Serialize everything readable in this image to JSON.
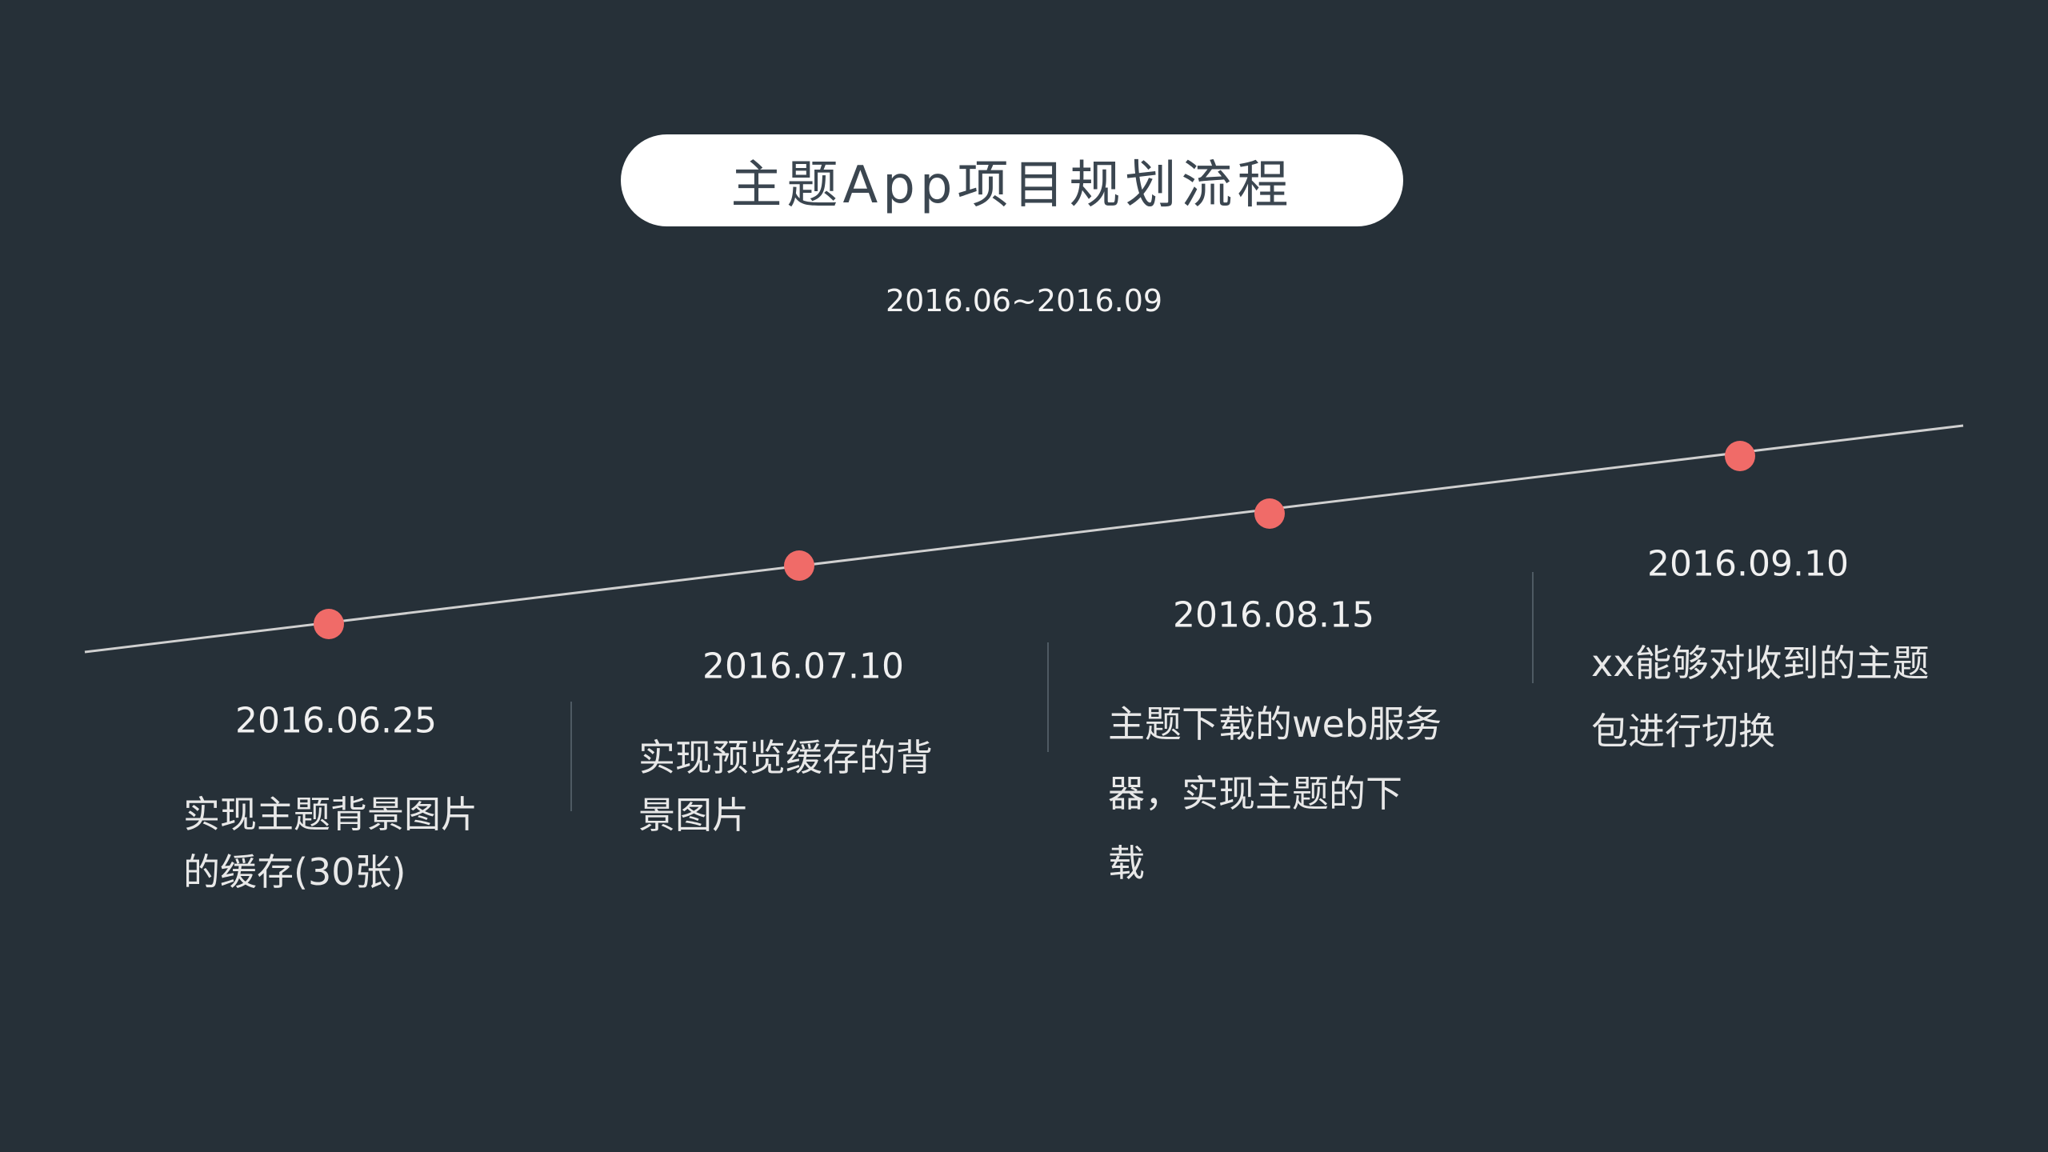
{
  "title": "主题App项目规划流程",
  "period": "2016.06~2016.09",
  "colors": {
    "background": "#263038",
    "dot": "#f06b68",
    "line": "#d0d0d0"
  },
  "milestones": [
    {
      "date": "2016.06.25",
      "lines": [
        "实现主题背景图片",
        "的缓存(30张)"
      ]
    },
    {
      "date": "2016.07.10",
      "lines": [
        "实现预览缓存的背",
        "景图片"
      ]
    },
    {
      "date": "2016.08.15",
      "lines": [
        "主题下载的web服务",
        "器，实现主题的下",
        "载"
      ]
    },
    {
      "date": "2016.09.10",
      "lines": [
        "xx能够对收到的主题",
        "包进行切换"
      ]
    }
  ]
}
